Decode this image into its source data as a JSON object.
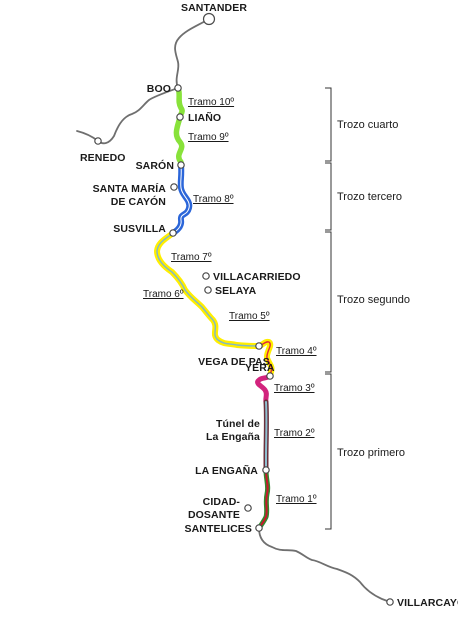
{
  "towns": {
    "santander": "SANTANDER",
    "boo": "BOO",
    "liano": "LIAÑO",
    "renedo": "RENEDO",
    "saron": "SARÓN",
    "santa_maria_1": "SANTA MARÍA",
    "santa_maria_2": "DE CAYÓN",
    "susvilla": "SUSVILLA",
    "villacarriedo": "VILLACARRIEDO",
    "selaya": "SELAYA",
    "vega_de_pas": "VEGA DE PAS",
    "yera": "YERA",
    "tunel_1": "Túnel de",
    "tunel_2": "La Engaña",
    "la_engana": "LA ENGAÑA",
    "cidad_1": "CIDAD-",
    "cidad_2": "DOSANTE",
    "santelices": "SANTELICES",
    "villarcayo": "VILLARCAYO"
  },
  "tramos": {
    "t10": "Tramo 10º",
    "t9": "Tramo 9º",
    "t8": "Tramo 8º",
    "t7": "Tramo 7º",
    "t6": "Tramo 6º",
    "t5": "Tramo 5º",
    "t4": "Tramo 4º",
    "t3": "Tramo 3º",
    "t2": "Tramo 2º",
    "t1": "Tramo 1º"
  },
  "trozos": {
    "cuarto": "Trozo cuarto",
    "tercero": "Trozo tercero",
    "segundo": "Trozo segundo",
    "primero": "Trozo primero"
  },
  "colors": {
    "existing_line": "#6f6f6f",
    "trozo_cuarto": "#88e23a",
    "trozo_tercero": "#2b66d9",
    "trozo_segundo_fill": "#ffee00",
    "trozo_segundo_core": "#7fb7c9",
    "tramo_4_core": "#e0263a",
    "tramo_3": "#d2237d",
    "tramo_2_core": "#8ebfd0",
    "tramo_1_core": "#c8182b",
    "tramo_1_outer": "#2f8a2f"
  }
}
